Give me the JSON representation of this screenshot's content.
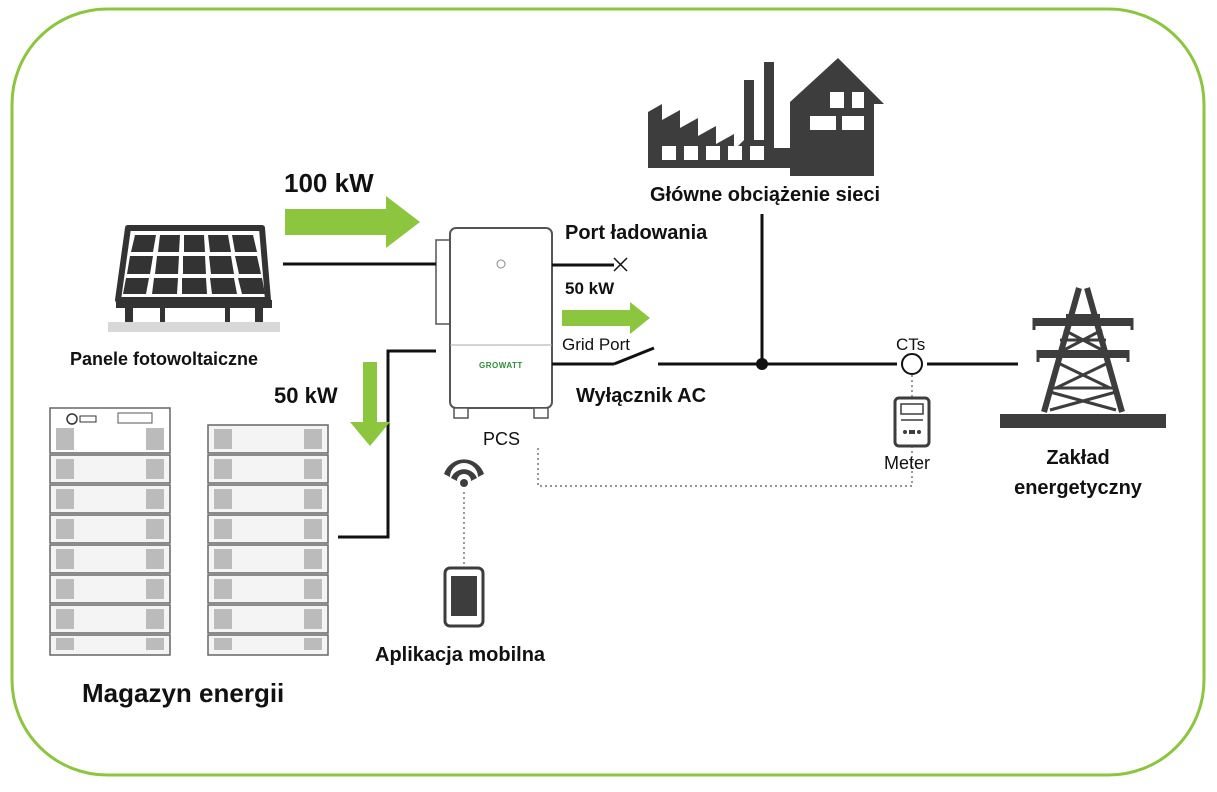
{
  "labels": {
    "pv_power": "100 kW",
    "pv_panels": "Panele fotowoltaiczne",
    "battery_power": "50 kW",
    "storage": "Magazyn energii",
    "pcs": "PCS",
    "charge_port": "Port ładowania",
    "grid_power": "50 kW",
    "grid_port": "Grid Port",
    "ac_breaker": "Wyłącznik AC",
    "main_load": "Główne obciążenie sieci",
    "cts": "CTs",
    "meter": "Meter",
    "utility_line1": "Zakład",
    "utility_line2": "energetyczny",
    "mobile_app": "Aplikacja mobilna",
    "brand": "GROWATT"
  },
  "colors": {
    "frame": "#8cc63f",
    "arrow": "#8cc63f",
    "icon": "#3d3d3d",
    "line": "#111111"
  }
}
